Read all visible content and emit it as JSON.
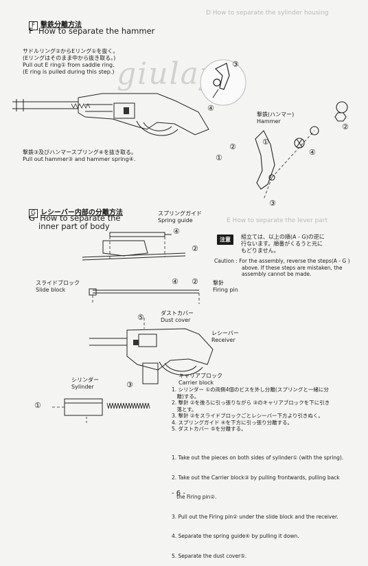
{
  "section_f": {
    "letter": "F",
    "title_jp": "撃鉄分離方法",
    "title_en": "How to separate the hammer",
    "step1_jp": "サドルリング②からEリング①を抜く。",
    "step1_jp_note": "(Eリングはそのまま中から抜き取る。)",
    "step1_en": "Pull out E ring① from saddle ring.",
    "step1_en_note": "(E ring is pulled during this step.)",
    "step2_jp": "撃鉄③及びハンマースプリング④を抜き取る。",
    "step2_en": "Pull out hammer③ and hammer spring④.",
    "hammer_label_jp": "撃鉄(ハンマー)",
    "hammer_label_en": "Hammer"
  },
  "section_g": {
    "letter": "G",
    "title_jp": "レシーバー内部の分離方法",
    "title_en_1": "How to separate the",
    "title_en_2": "inner part of body",
    "spring_guide_jp": "スプリングガイド",
    "spring_guide_en": "Spring guide",
    "slide_block_jp": "スライドブロック",
    "slide_block_en": "Slide block",
    "firing_pin_jp": "撃針",
    "firing_pin_en": "Firing pin",
    "dust_cover_jp": "ダストカバー",
    "dust_cover_en": "Dust cover",
    "receiver_jp": "レシーバー",
    "receiver_en": "Receiver",
    "carrier_block_jp": "キャリアブロック",
    "carrier_block_en": "Carrier block",
    "cylinder_jp": "シリンダー",
    "cylinder_en": "Sylinder"
  },
  "caution": {
    "badge": "注意",
    "jp_line1": "組立ては、以上の順(A - G)の逆に",
    "jp_line2": "行ないます。順番がくるうと元に",
    "jp_line3": "もどりません。",
    "en_label": "Caution :",
    "en_line1": "For the assembly, reverse the steps(A - G )",
    "en_line2": "above. If these steps are mistaken, the",
    "en_line3": "assembly cannot be made."
  },
  "steps_jp": [
    "1. シリンダー ①の両側4個のビスを外し分離(スプリングと一緒に分",
    "　離)する。",
    "2. 撃針 ②を後ろに引っ張りながら ③のキャリアブロックを下に引き",
    "　落とす。",
    "3. 撃針 ②をスライドブロックごとレシーバー下方より引きぬく。",
    "4. スプリングガイド ④を下方に引っ張り分離する。",
    "5. ダストカバー ⑤を分離する。"
  ],
  "steps_en": [
    "1. Take out the pieces on both sides of sylinder① (with the spring).",
    "2. Take out the Carrier block③ by pulling frontwards, pulling back",
    "   the Firing pin②.",
    "3. Pull out the Firing pin② under the slide block and the receiver.",
    "4. Separate the spring guide④ by pulling it down.",
    "5. Separate the dust cover⑤."
  ],
  "markers": {
    "n1": "①",
    "n2": "②",
    "n3": "③",
    "n4": "④",
    "n5": "⑤"
  },
  "watermark": "giulay",
  "page_number": "- 6 -"
}
